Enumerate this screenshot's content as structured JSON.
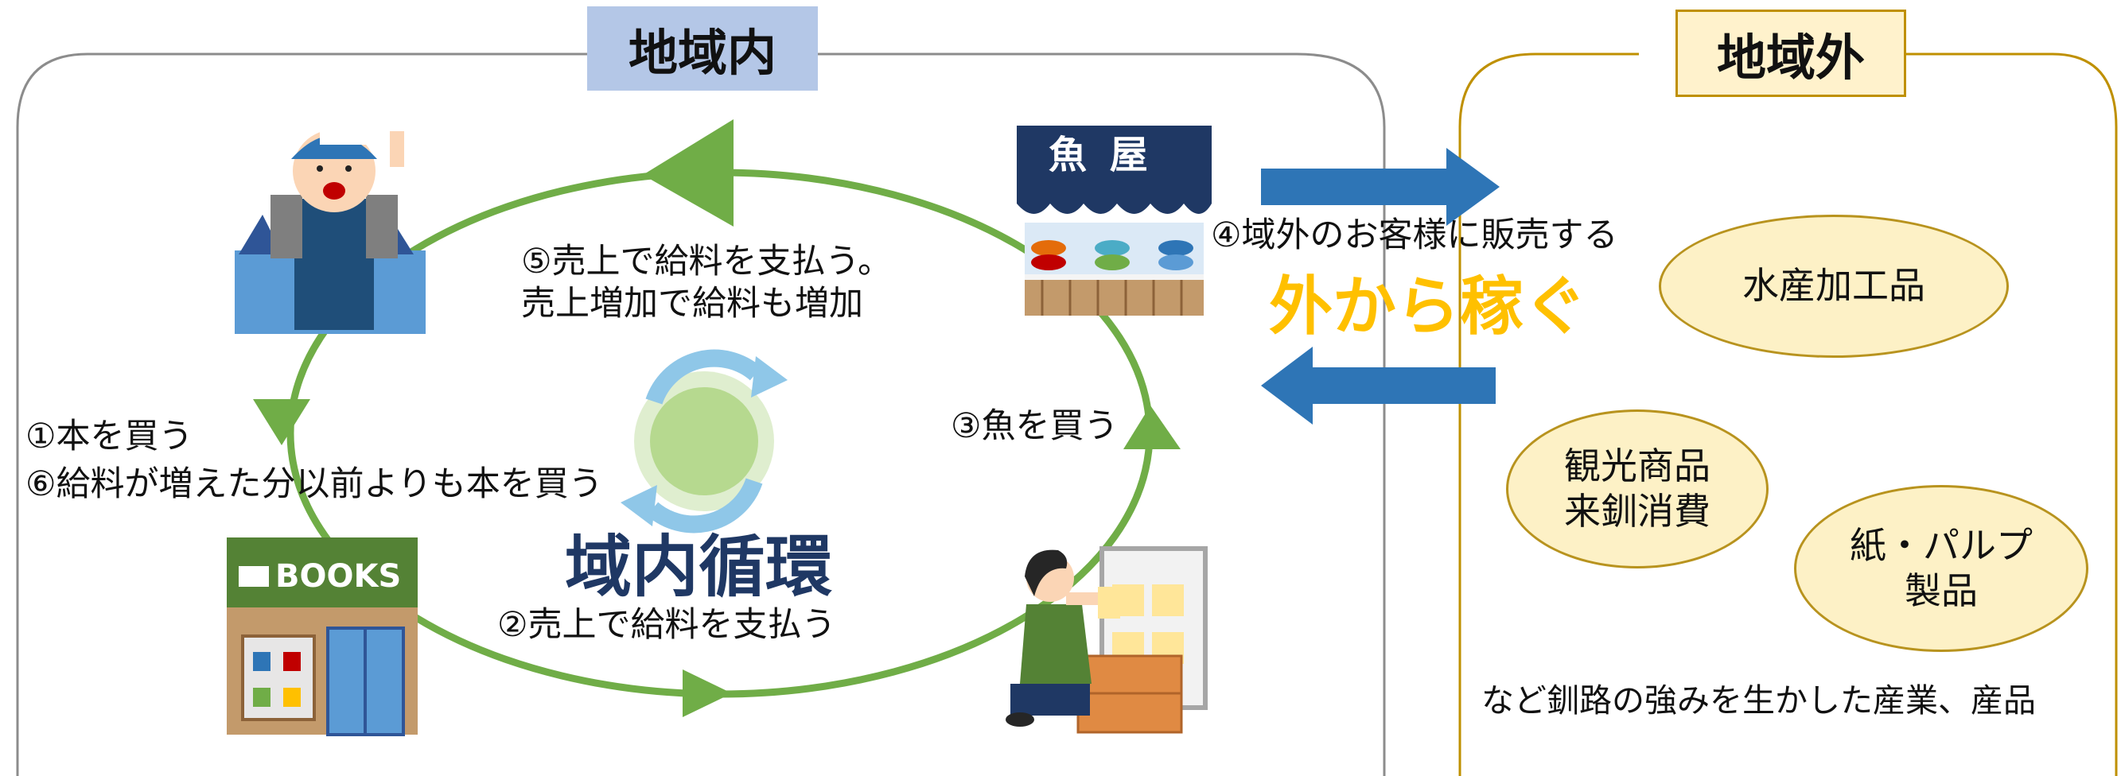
{
  "regions": {
    "inside_label": "地域内",
    "outside_label": "地域外"
  },
  "cycle": {
    "center_title": "域内循環",
    "step5_line1": "⑤売上で給料を支払う。",
    "step5_line2": "売上増加で給料も増加",
    "step1": "①本を買う",
    "step6": "⑥給料が増えた分以前よりも本を買う",
    "step3": "③魚を買う",
    "step2": "②売上で給料を支払う"
  },
  "fish_shop": {
    "sign": "魚 屋"
  },
  "bookstore": {
    "sign": "BOOKS"
  },
  "external": {
    "step4": "④域外のお客様に販売する",
    "slogan": "外から稼ぐ",
    "products": [
      {
        "line1": "水産加工品",
        "line2": ""
      },
      {
        "line1": "観光商品",
        "line2": "来釧消費"
      },
      {
        "line1": "紙・パルプ",
        "line2": "製品"
      }
    ],
    "footer": "など釧路の強みを生かした産業、産品"
  },
  "colors": {
    "cycle_green": "#70ad47",
    "flow_blue": "#2e75b6",
    "slogan_orange": "#ffc000",
    "inside_label_bg": "#b4c7e7",
    "outside_label_bg": "#fff2cc",
    "outside_border": "#bf9000",
    "center_title": "#1f3864"
  }
}
